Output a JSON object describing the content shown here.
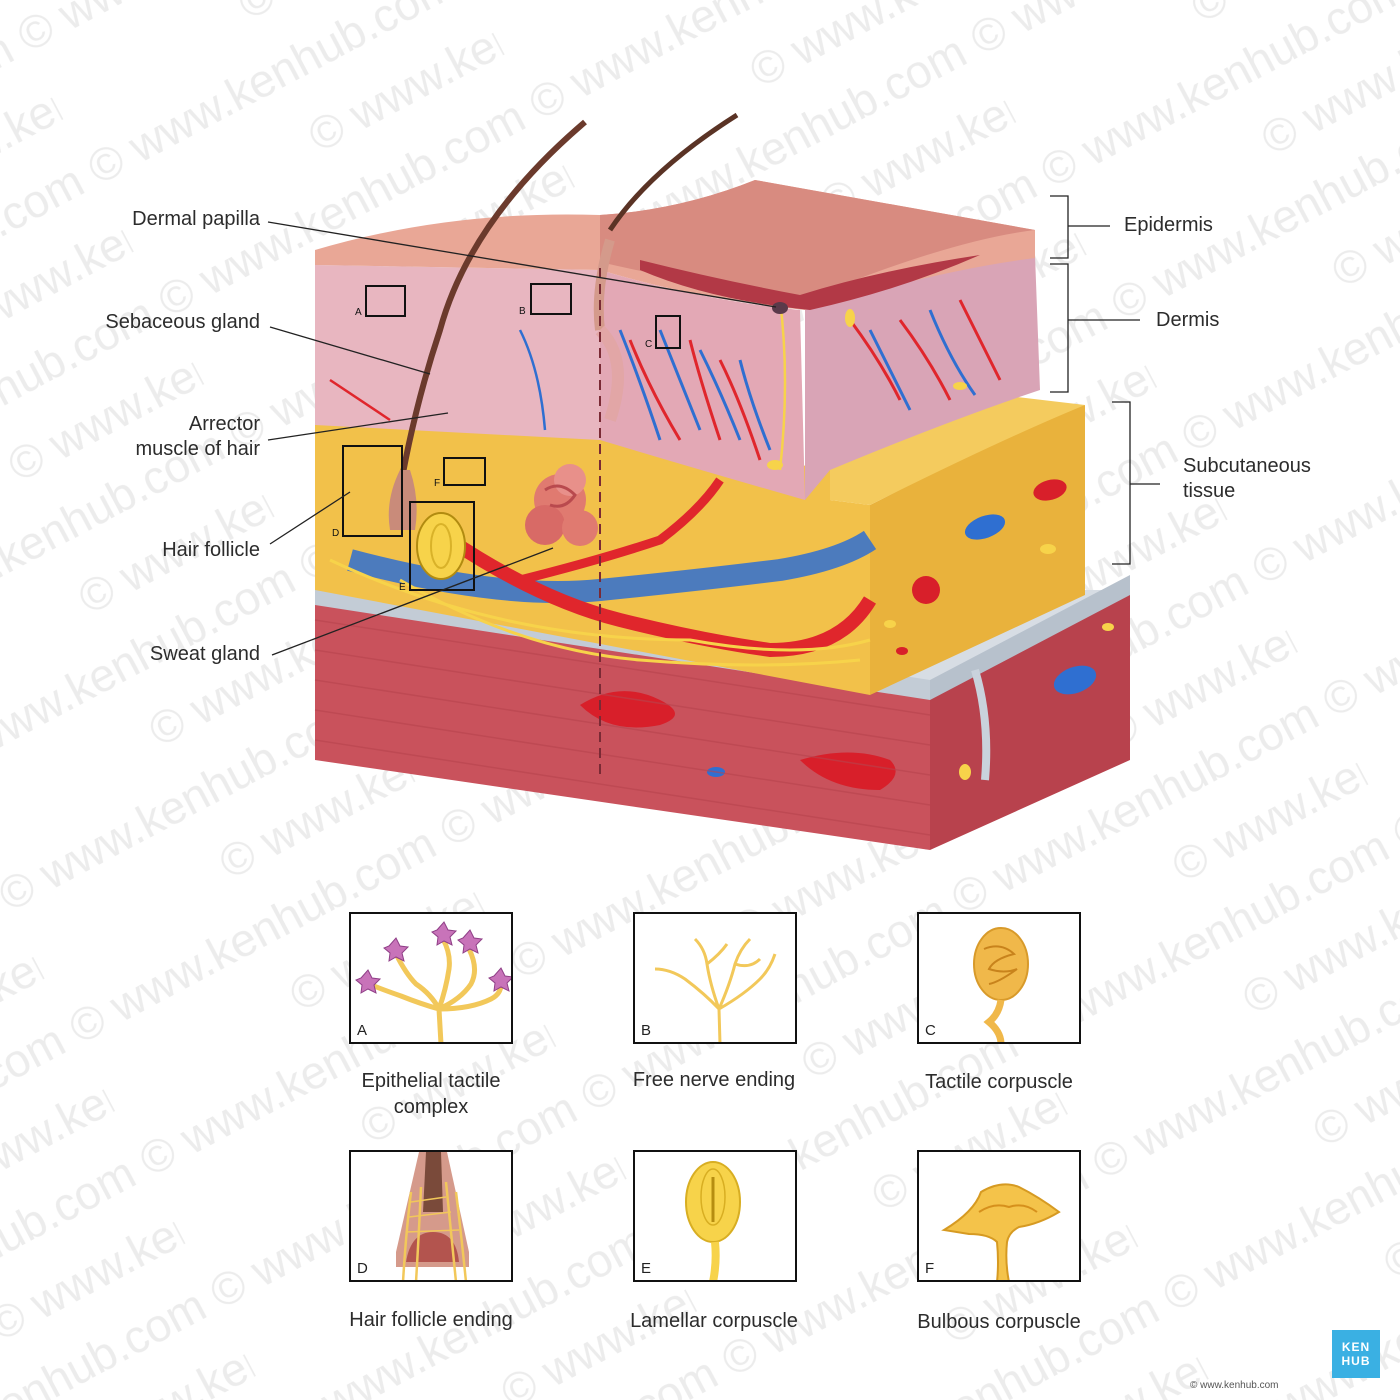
{
  "watermark": "© www.kenhub.com",
  "labels_left": {
    "dermal_papilla": "Dermal papilla",
    "sebaceous_gland": "Sebaceous gland",
    "arrector_line1": "Arrector",
    "arrector_line2": "muscle of hair",
    "hair_follicle": "Hair follicle",
    "sweat_gland": "Sweat gland"
  },
  "labels_right": {
    "epidermis": "Epidermis",
    "dermis": "Dermis",
    "subcutaneous_line1": "Subcutaneous",
    "subcutaneous_line2": "tissue"
  },
  "box_letters": [
    "A",
    "B",
    "C",
    "D",
    "E",
    "F"
  ],
  "panels": [
    {
      "letter": "A",
      "caption_line1": "Epithelial tactile",
      "caption_line2": "complex",
      "icon": "merkel-disc-icon"
    },
    {
      "letter": "B",
      "caption_line1": "Free nerve ending",
      "caption_line2": "",
      "icon": "free-nerve-ending-icon"
    },
    {
      "letter": "C",
      "caption_line1": "Tactile corpuscle",
      "caption_line2": "",
      "icon": "meissner-corpuscle-icon"
    },
    {
      "letter": "D",
      "caption_line1": "Hair follicle ending",
      "caption_line2": "",
      "icon": "hair-follicle-ending-icon"
    },
    {
      "letter": "E",
      "caption_line1": "Lamellar corpuscle",
      "caption_line2": "",
      "icon": "pacinian-corpuscle-icon"
    },
    {
      "letter": "F",
      "caption_line1": "Bulbous corpuscle",
      "caption_line2": "",
      "icon": "bulbous-corpuscle-icon"
    }
  ],
  "logo": {
    "line1": "KEN",
    "line2": "HUB"
  },
  "copyright": "© www.kenhub.com",
  "colors": {
    "epidermis": "#e7a493",
    "dermis": "#e9b7c0",
    "fat": "#f2c14a",
    "muscle": "#c8505a",
    "fascia": "#c9d2dc",
    "artery": "#e0262c",
    "vein": "#2f6fd1",
    "nerve": "#f7d34a",
    "logo": "#3ab0e3"
  }
}
